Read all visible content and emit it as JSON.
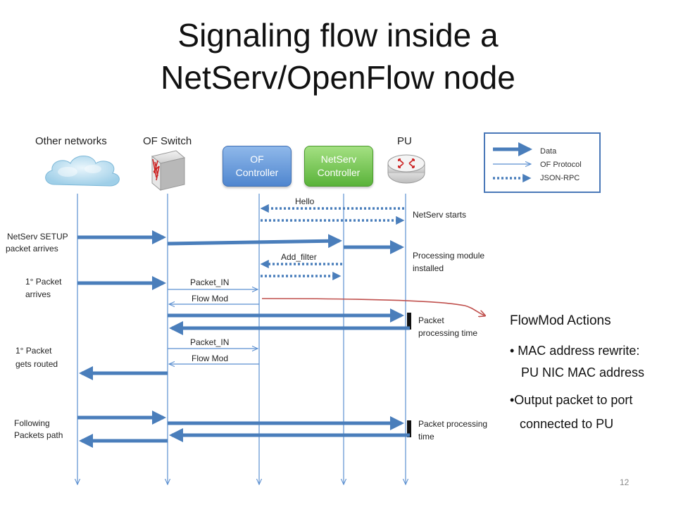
{
  "title_line1": "Signaling flow inside a",
  "title_line2": "NetServ/OpenFlow node",
  "columns": {
    "other_networks": "Other networks",
    "of_switch": "OF Switch",
    "pu": "PU"
  },
  "controllers": {
    "of_controller": [
      "OF",
      "Controller"
    ],
    "netserv_controller": [
      "NetServ",
      "Controller"
    ]
  },
  "legend": {
    "data": "Data",
    "of_protocol": "OF Protocol",
    "json_rpc": "JSON-RPC"
  },
  "messages": {
    "hello": "Hello",
    "netserv_starts": "NetServ starts",
    "netserv_setup": [
      "NetServ SETUP",
      "packet arrives"
    ],
    "processing_module": [
      "Processing module",
      "installed"
    ],
    "add_filter": "Add_filter",
    "first_packet_arrives": [
      "1° Packet",
      "arrives"
    ],
    "packet_in_1": "Packet_IN",
    "flow_mod_1": "Flow Mod",
    "packet_processing_time_1": [
      "Packet",
      "processing time"
    ],
    "first_packet_routed": [
      "1° Packet",
      "gets routed"
    ],
    "packet_in_2": "Packet_IN",
    "flow_mod_2": "Flow Mod",
    "following_packets": [
      "Following",
      "Packets path"
    ],
    "packet_processing_time_2": [
      "Packet processing",
      "time"
    ]
  },
  "flowmod_actions": {
    "title": "FlowMod Actions",
    "item1_line1": "• MAC address rewrite:",
    "item1_line2": "PU NIC MAC address",
    "item2_line1": "•Output packet to port",
    "item2_line2": "connected to PU"
  },
  "slide_number": "12",
  "colors": {
    "data_arrow": "#4a7ebb",
    "of_protocol_arrow": "#5b8fd0",
    "json_rpc_arrow": "#4a7ebb",
    "callout_arrow": "#c0504d",
    "lifeline": "#5b8fd0",
    "processing_bar": "#111111"
  }
}
